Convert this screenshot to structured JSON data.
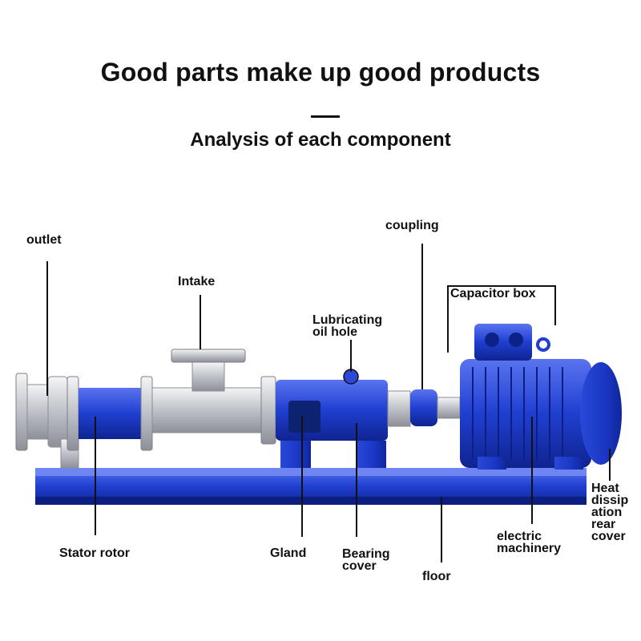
{
  "header": {
    "title": "Good parts make up good products",
    "subtitle": "Analysis of each component"
  },
  "labels": {
    "outlet": "outlet",
    "intake": "Intake",
    "coupling": "coupling",
    "capacitor_box": "Capacitor box",
    "lubricating_oil_hole": "Lubricating oil hole",
    "stator_rotor": "Stator rotor",
    "gland": "Gland",
    "bearing_cover": "Bearing cover",
    "floor": "floor",
    "electric_machinery": "electric machinery",
    "heat_dissipation_rear_cover": "Heat dissip ation rear cover"
  },
  "colors": {
    "pump_blue": "#1f3fd0",
    "steel": "#c9ccd3",
    "text": "#111111"
  }
}
